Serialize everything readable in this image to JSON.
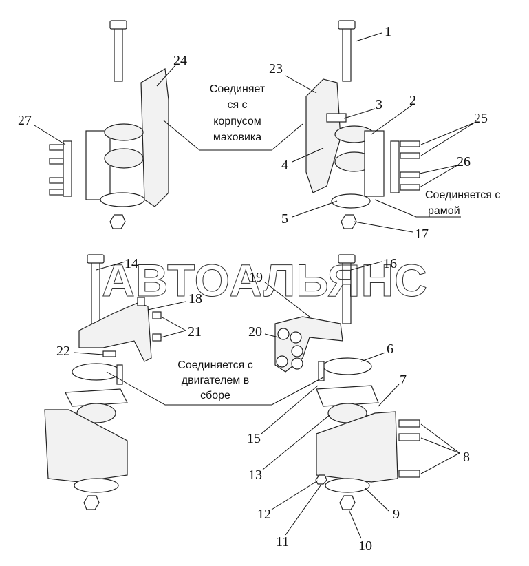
{
  "watermark": "АВТОАЛЬЯНС",
  "notes": {
    "flywheel": [
      "Соединяет",
      "ся с",
      "корпусом",
      "маховика"
    ],
    "frame": [
      "Соединяется с",
      "рамой"
    ],
    "engine": [
      "Соединяется с",
      "двигателем в",
      "сборе"
    ]
  },
  "callouts": {
    "n1": "1",
    "n2": "2",
    "n3": "3",
    "n4": "4",
    "n5": "5",
    "n6": "6",
    "n7": "7",
    "n8": "8",
    "n9": "9",
    "n10": "10",
    "n11": "11",
    "n12": "12",
    "n13": "13",
    "n14": "14",
    "n15": "15",
    "n16": "16",
    "n17": "17",
    "n18": "18",
    "n19": "19",
    "n20": "20",
    "n21": "21",
    "n22": "22",
    "n23": "23",
    "n24": "24",
    "n25": "25",
    "n26": "26",
    "n27": "27"
  }
}
